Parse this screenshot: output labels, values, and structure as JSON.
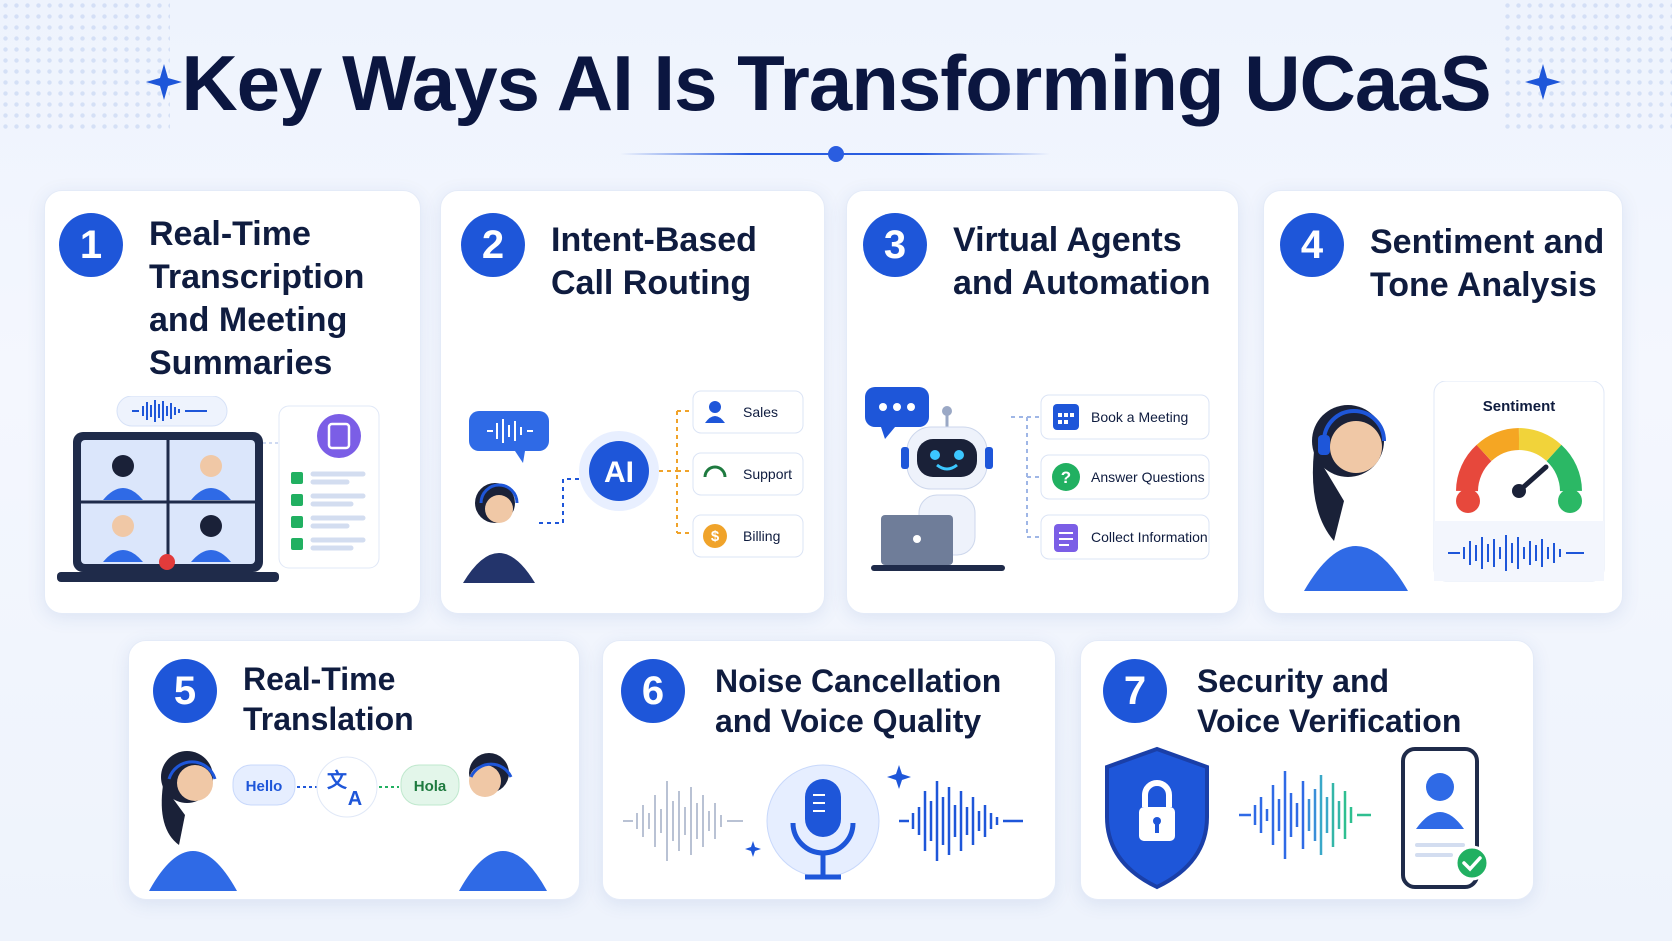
{
  "title": "Key Ways AI Is Transforming UCaaS",
  "colors": {
    "accent": "#1e56d9",
    "title": "#0b1640",
    "card_bg": "#ffffff",
    "page_bg": "#eef3fd"
  },
  "cards": [
    {
      "number": "1",
      "title": "Real-Time\nTranscription\nand Meeting\nSummaries"
    },
    {
      "number": "2",
      "title": "Intent-Based\nCall Routing",
      "hub": "AI",
      "routes": [
        "Sales",
        "Support",
        "Billing"
      ]
    },
    {
      "number": "3",
      "title": "Virtual Agents\nand Automation",
      "actions": [
        "Book a Meeting",
        "Answer Questions",
        "Collect Information"
      ]
    },
    {
      "number": "4",
      "title": "Sentiment and\nTone Analysis",
      "gauge_label": "Sentiment"
    },
    {
      "number": "5",
      "title": "Real-Time\nTranslation",
      "phrase_from": "Hello",
      "phrase_to": "Hola"
    },
    {
      "number": "6",
      "title": "Noise Cancellation\nand Voice Quality"
    },
    {
      "number": "7",
      "title": "Security and\nVoice Verification"
    }
  ],
  "icons": [
    "sparkle-icon",
    "laptop-video-call-icon",
    "document-icon",
    "checklist-icon",
    "chat-bubble-icon",
    "waveform-icon",
    "person-icon",
    "headset-icon",
    "dollar-icon",
    "robot-icon",
    "calendar-icon",
    "question-icon",
    "clipboard-icon",
    "gauge-icon",
    "translate-icon",
    "microphone-icon",
    "shield-lock-icon",
    "phone-user-icon",
    "check-icon"
  ]
}
